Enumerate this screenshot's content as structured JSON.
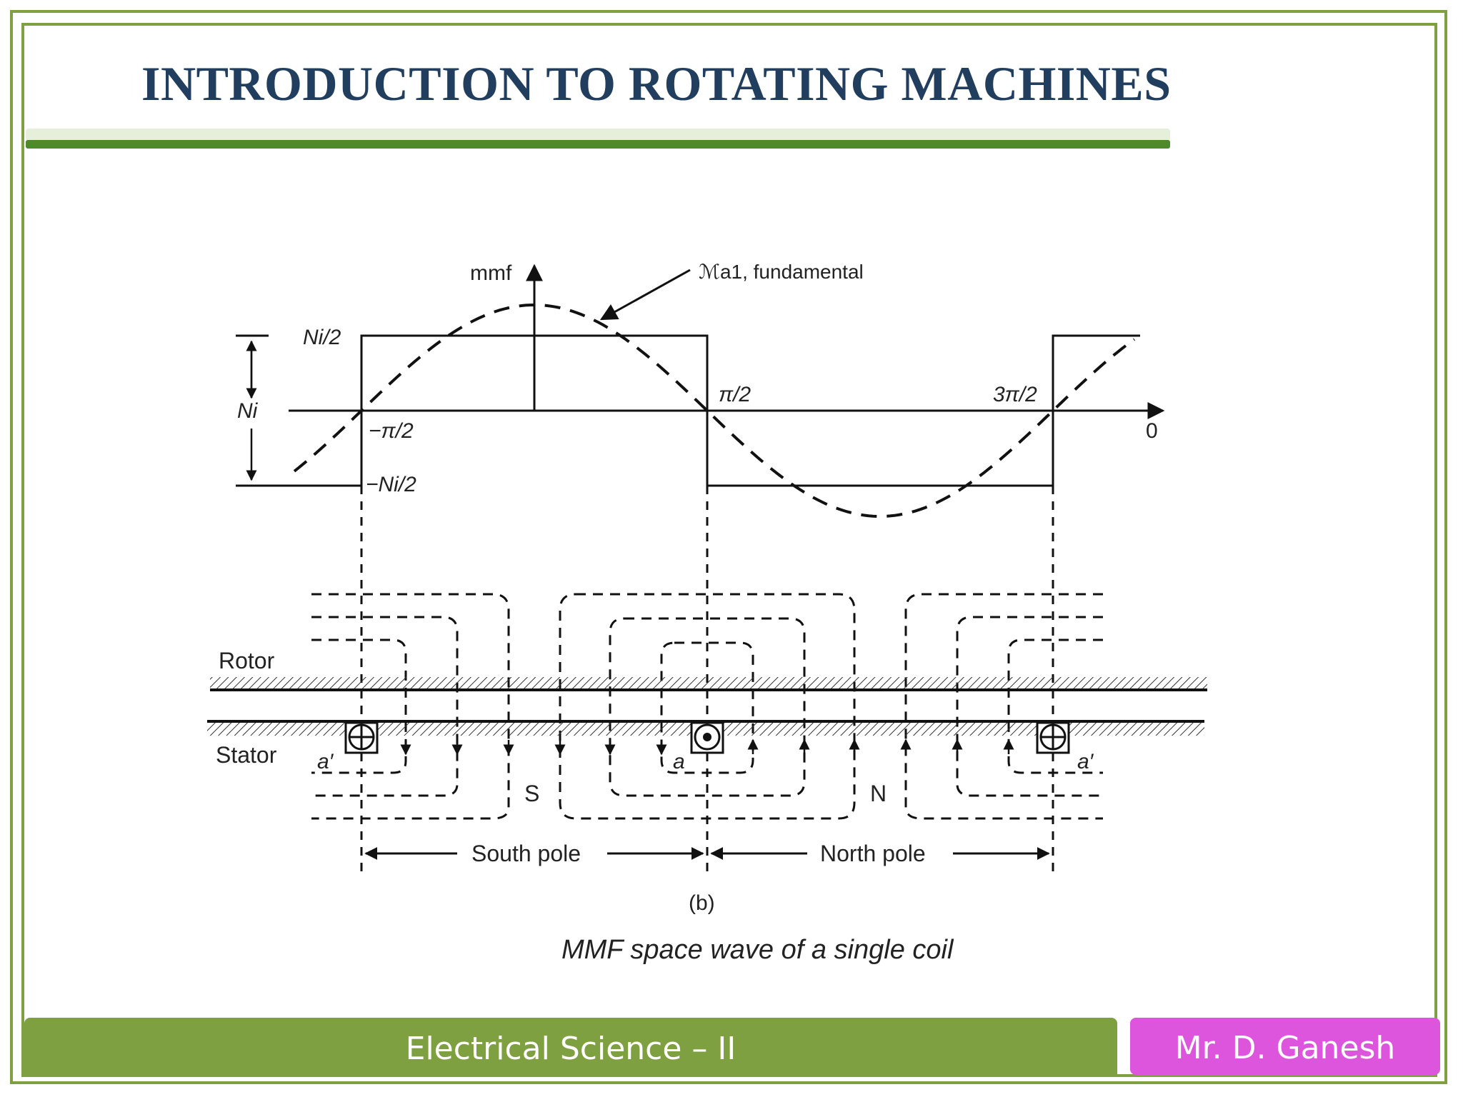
{
  "slide": {
    "title": "INTRODUCTION TO ROTATING MACHINES"
  },
  "diagram": {
    "axis_label_mmf": "mmf",
    "fundamental_label": "ℳa1, fundamental",
    "level_pos": "Ni/2",
    "level_neg": "−Ni/2",
    "amplitude": "Ni",
    "angle_neg_half_pi": "−π/2",
    "angle_half_pi": "π/2",
    "angle_three_half_pi": "3π/2",
    "angle_zero": "0",
    "rotor_label": "Rotor",
    "stator_label": "Stator",
    "conductor_a_prime": "a′",
    "conductor_a": "a",
    "pole_s": "S",
    "pole_n": "N",
    "south_pole": "South pole",
    "north_pole": "North pole",
    "subfigure": "(b)",
    "caption": "MMF space wave of a single coil"
  },
  "footer": {
    "course": "Electrical Science – II",
    "author": "Mr. D. Ganesh"
  },
  "colors": {
    "frame": "#7fa041",
    "title": "#213e5e",
    "footer_left": "#7fa041",
    "footer_right": "#dd55dd"
  }
}
